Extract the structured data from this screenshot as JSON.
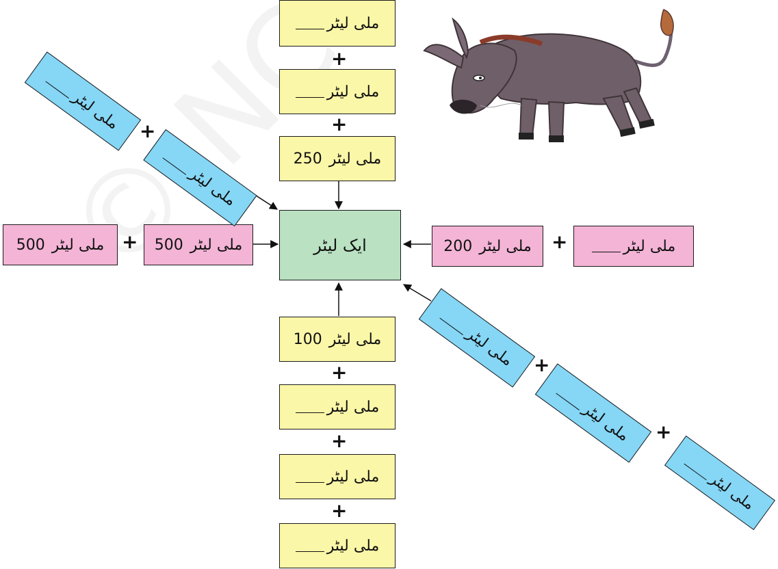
{
  "watermark": "© NCERT not to be republished",
  "center": {
    "text": "ایک لیٹر"
  },
  "unit": "ملی لیٹر",
  "plus": "+",
  "top_column": [
    {
      "value": ""
    },
    {
      "value": ""
    },
    {
      "value": "250"
    }
  ],
  "bottom_column": [
    {
      "value": "100"
    },
    {
      "value": ""
    },
    {
      "value": ""
    },
    {
      "value": ""
    }
  ],
  "left_row": [
    {
      "value": "500"
    },
    {
      "value": "500"
    }
  ],
  "right_row": [
    {
      "value": "200"
    },
    {
      "value": ""
    }
  ],
  "upper_left_diagonal": [
    {
      "value": ""
    },
    {
      "value": ""
    }
  ],
  "lower_right_diagonal": [
    {
      "value": ""
    },
    {
      "value": ""
    },
    {
      "value": ""
    }
  ],
  "colors": {
    "yellow": "#fbf7a8",
    "pink": "#f3b4d6",
    "blue": "#86d6f5",
    "green": "#b9e1c2"
  },
  "illustration": {
    "icon": "donkey-icon"
  }
}
